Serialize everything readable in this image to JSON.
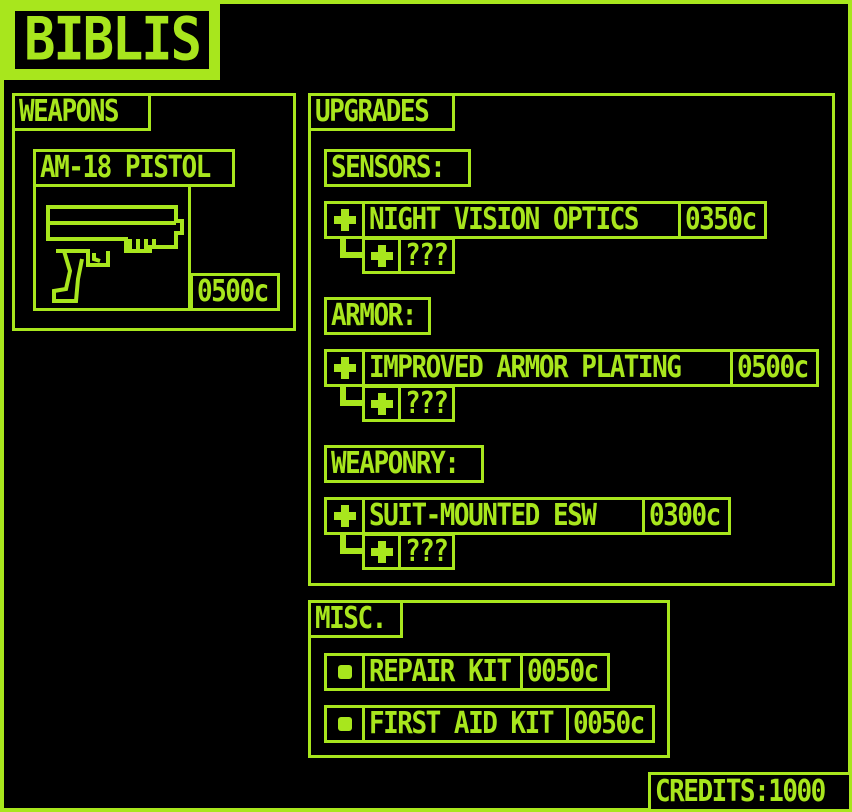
{
  "app": {
    "title": "BIBLIS"
  },
  "weapons": {
    "label": "WEAPONS",
    "item": {
      "name": "AM-18 PISTOL",
      "price": "0500c",
      "icon": "pistol-icon"
    }
  },
  "upgrades": {
    "label": "UPGRADES",
    "categories": [
      {
        "label": "SENSORS:",
        "item": {
          "name": "NIGHT VISION OPTICS",
          "price": "0350c"
        },
        "locked": "???"
      },
      {
        "label": "ARMOR:",
        "item": {
          "name": "IMPROVED ARMOR PLATING",
          "price": "0500c"
        },
        "locked": "???"
      },
      {
        "label": "WEAPONRY:",
        "item": {
          "name": "SUIT-MOUNTED ESW",
          "price": "0300c"
        },
        "locked": "???"
      }
    ]
  },
  "misc": {
    "label": "MISC.",
    "items": [
      {
        "name": "REPAIR KIT",
        "price": "0050c"
      },
      {
        "name": "FIRST AID KIT",
        "price": "0050c"
      }
    ]
  },
  "credits": "CREDITS:1000",
  "colors": {
    "accent": "#a8e61d",
    "background": "#000000"
  }
}
